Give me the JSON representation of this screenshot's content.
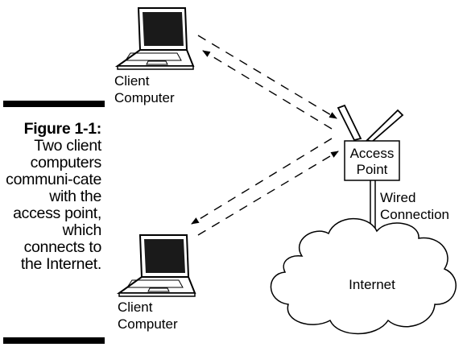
{
  "figure": {
    "label": "Figure 1-1:",
    "caption": "Two client computers communi-cate with the access point, which connects to the Internet."
  },
  "labels": {
    "client_top_line1": "Client",
    "client_top_line2": "Computer",
    "client_bottom_line1": "Client",
    "client_bottom_line2": "Computer",
    "access_point_line1": "Access",
    "access_point_line2": "Point",
    "wired_line1": "Wired",
    "wired_line2": "Connection",
    "internet": "Internet"
  }
}
